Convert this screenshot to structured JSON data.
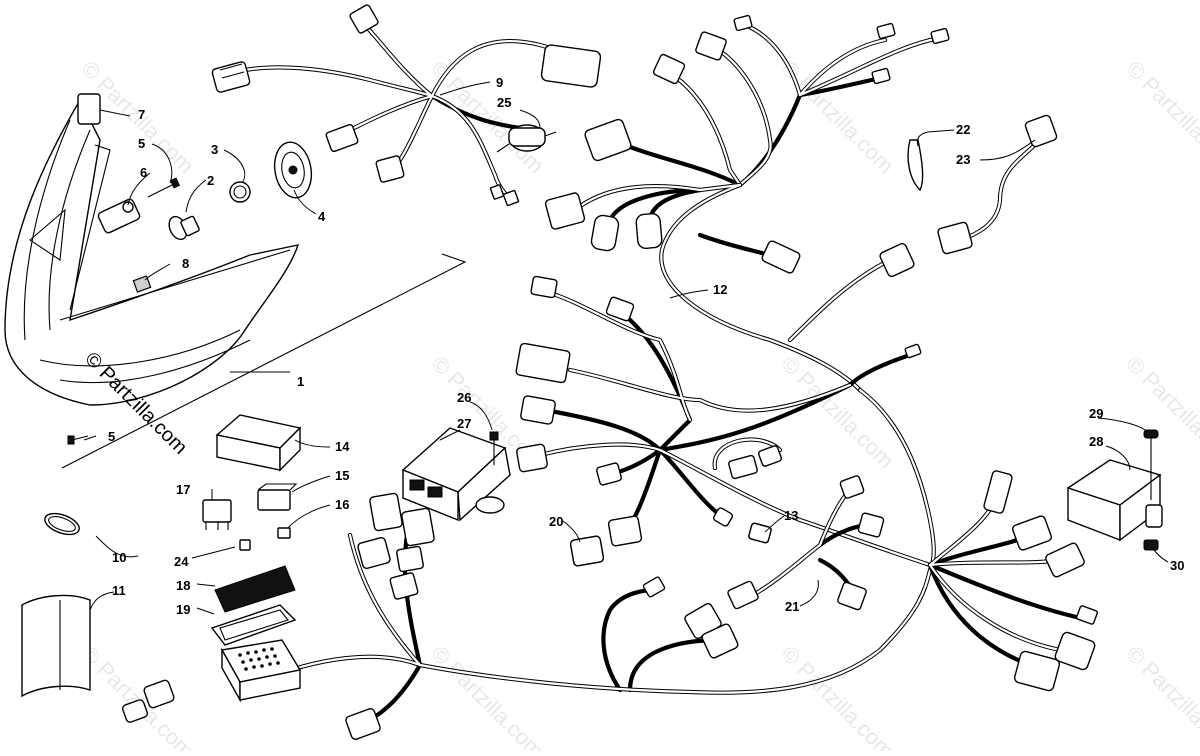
{
  "diagram": {
    "callouts": [
      "1",
      "2",
      "3",
      "4",
      "5",
      "5",
      "6",
      "7",
      "8",
      "9",
      "10",
      "11",
      "12",
      "13",
      "14",
      "15",
      "16",
      "17",
      "18",
      "19",
      "20",
      "21",
      "22",
      "23",
      "24",
      "25",
      "26",
      "27",
      "28",
      "29",
      "30"
    ],
    "watermark_main": "© Partzilla.com",
    "watermark_faint": "© Partzilla.com"
  }
}
